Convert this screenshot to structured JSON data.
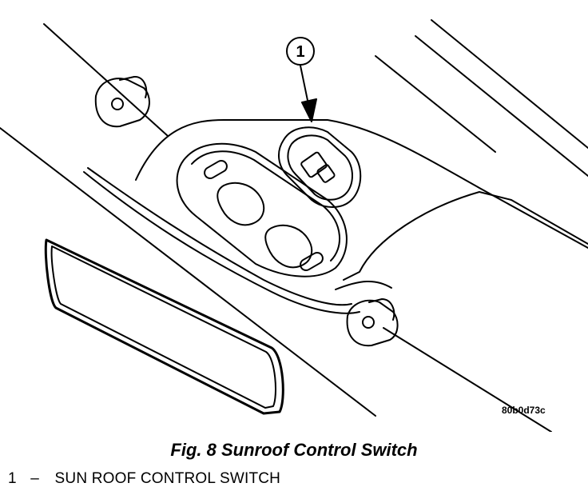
{
  "figure": {
    "title": "Fig. 8 Sunroof Control Switch",
    "ref_code": "80b0d73c",
    "callout_number": "1"
  },
  "legend": [
    {
      "number": "1",
      "separator": "–",
      "label": "SUN ROOF CONTROL SWITCH"
    }
  ]
}
